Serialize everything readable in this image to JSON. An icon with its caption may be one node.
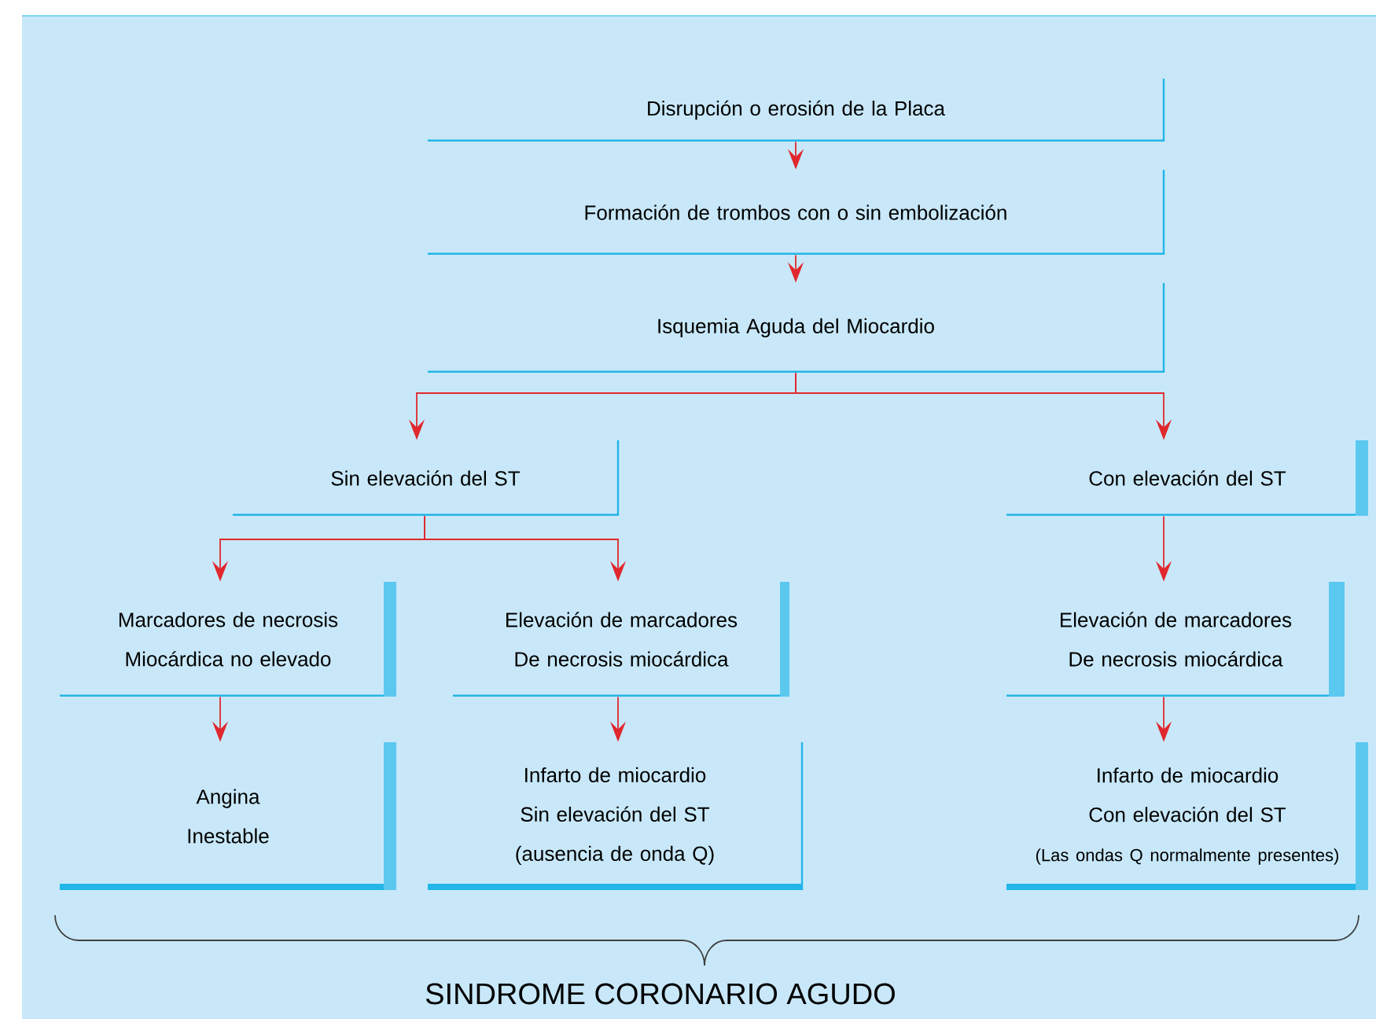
{
  "diagram": {
    "nodes": [
      {
        "text": [
          "Disrupción o erosión de la Placa"
        ]
      },
      {
        "text": [
          "Formación de trombos con o sin embolización"
        ]
      },
      {
        "text": [
          "Isquemia Aguda del Miocardio"
        ]
      },
      {
        "text": [
          "Sin elevación del ST"
        ]
      },
      {
        "text": [
          "Con elevación del ST"
        ]
      },
      {
        "text": [
          "Marcadores de necrosis Miocárdica no elevado"
        ]
      },
      {
        "text": [
          "Elevación de marcadores De necrosis miocárdica"
        ]
      },
      {
        "text": [
          "Elevación de marcadores De necrosis miocárdica"
        ]
      },
      {
        "text": [
          "Angina Inestable"
        ]
      },
      {
        "text": [
          "Infarto de miocardio Sin elevación del ST",
          "(ausencia de onda Q)"
        ]
      },
      {
        "text": [
          "Infarto de miocardio Con elevación del ST",
          "(Las ondas Q normalmente presentes)"
        ]
      }
    ],
    "edges": [
      {
        "from": 0,
        "to": 1,
        "arrow": "to"
      },
      {
        "from": 1,
        "to": 2,
        "arrow": "to"
      },
      {
        "from": 2,
        "to": 3,
        "arrow": "to"
      },
      {
        "from": 2,
        "to": 4,
        "arrow": "to"
      },
      {
        "from": 3,
        "to": 5,
        "arrow": "to"
      },
      {
        "from": 3,
        "to": 6,
        "arrow": "to"
      },
      {
        "from": 4,
        "to": 7,
        "arrow": "to"
      },
      {
        "from": 5,
        "to": 8,
        "arrow": "to"
      },
      {
        "from": 6,
        "to": 9,
        "arrow": "to"
      },
      {
        "from": 7,
        "to": 10,
        "arrow": "to"
      }
    ],
    "labels": [
      "SINDROME CORONARIO AGUDO"
    ]
  }
}
